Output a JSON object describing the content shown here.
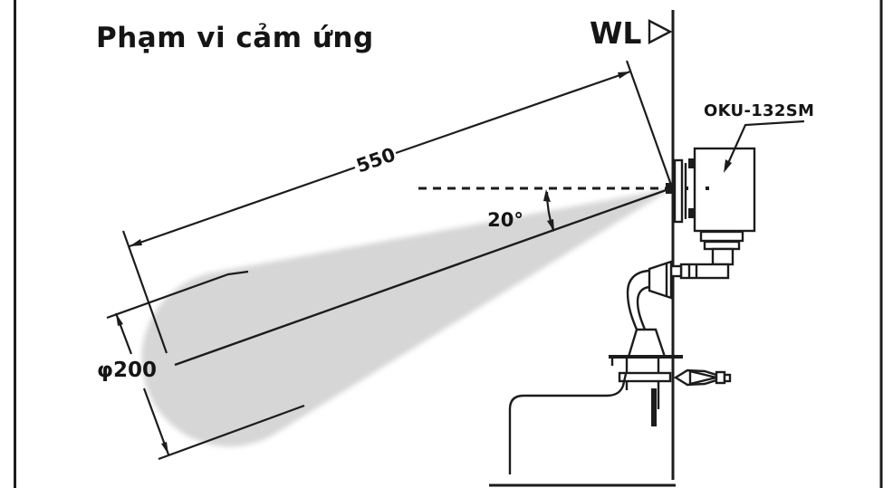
{
  "diagram": {
    "title": "Phạm vi cảm ứng",
    "water_line": {
      "label": "WL"
    },
    "sensor": {
      "model": "OKU-132SM"
    },
    "dimensions": {
      "length": "550",
      "angle": "20°",
      "diameter": "φ200"
    },
    "colors": {
      "line": "#1c1c1c",
      "sensing_area": "#d6d6d6",
      "background": "#ffffff"
    }
  }
}
